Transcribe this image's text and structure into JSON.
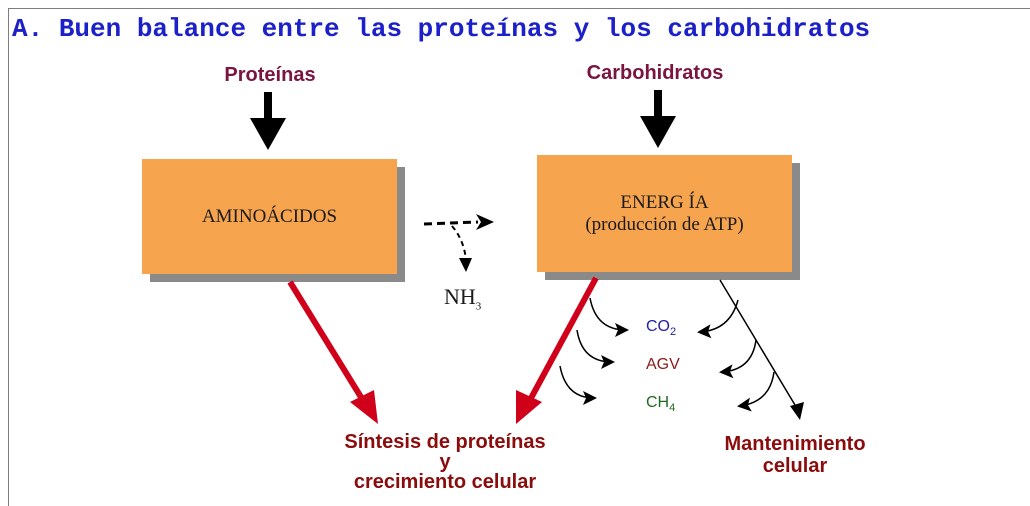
{
  "title_prefix": "A",
  "title_text": ". Buen balance entre las proteínas y los carbohidratos",
  "inputs": {
    "proteinas": "Proteínas",
    "carbohidratos": "Carbohidratos"
  },
  "boxes": {
    "aminoacidos": "AMINOÁCIDOS",
    "energia_line1": "ENERG ÍA",
    "energia_line2": "(producción de ATP)"
  },
  "nh3": {
    "base": "NH",
    "sub": "3"
  },
  "byproducts": {
    "co2": {
      "base": "CO",
      "sub": "2",
      "color": "#2222aa"
    },
    "agv": {
      "base": "AGV",
      "color": "#8b1a1a"
    },
    "ch4": {
      "base": "CH",
      "sub": "4",
      "color": "#1f6b1f"
    }
  },
  "outputs": {
    "sintesis_line1": "Síntesis de proteínas",
    "sintesis_line2": "y",
    "sintesis_line3": "crecimiento celular",
    "mantenimiento_line1": "Mantenimiento",
    "mantenimiento_line2": "celular"
  },
  "colors": {
    "box_fill": "#f7a44f",
    "title": "#1c20c8",
    "red_arrow": "#d0001a",
    "input_label": "#7a1440",
    "output_label": "#8b0c0c"
  }
}
